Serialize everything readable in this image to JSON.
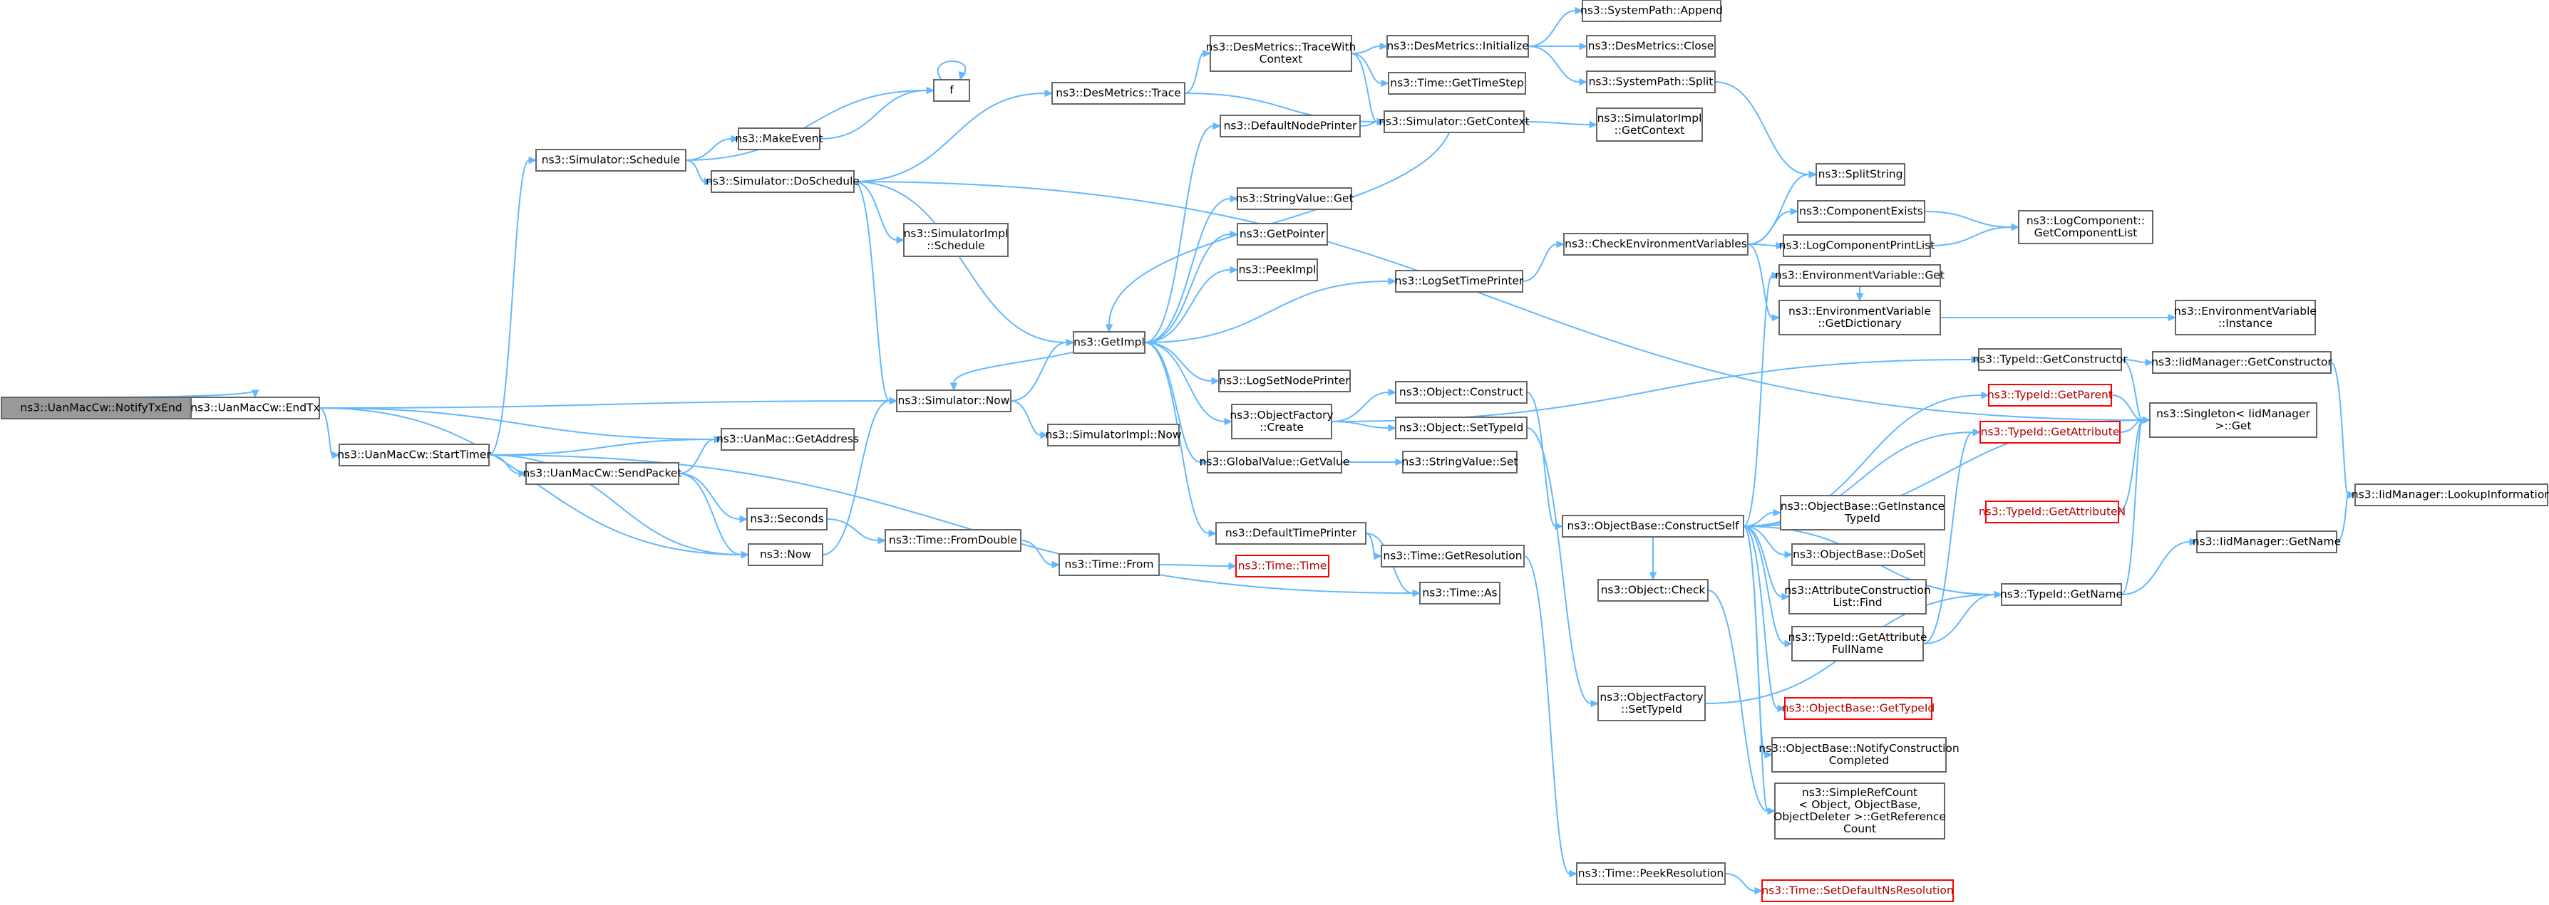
{
  "diagram": {
    "title": "",
    "nodes": [
      {
        "id": "n0",
        "lines": [
          "ns3::UanMacCw::NotifyTxEnd"
        ],
        "root": true
      },
      {
        "id": "n1",
        "lines": [
          "ns3::UanMacCw::EndTx"
        ]
      },
      {
        "id": "n2",
        "lines": [
          "ns3::UanMacCw::StartTimer"
        ]
      },
      {
        "id": "n3",
        "lines": [
          "ns3::Simulator::Schedule"
        ]
      },
      {
        "id": "n4",
        "lines": [
          "ns3::UanMac::GetAddress"
        ]
      },
      {
        "id": "n5",
        "lines": [
          "ns3::UanMacCw::SendPacket"
        ]
      },
      {
        "id": "n6",
        "lines": [
          "ns3::Now"
        ]
      },
      {
        "id": "n7",
        "lines": [
          "ns3::Simulator::Now"
        ]
      },
      {
        "id": "n8",
        "lines": [
          "ns3::Seconds"
        ]
      },
      {
        "id": "n9",
        "lines": [
          "ns3::MakeEvent"
        ]
      },
      {
        "id": "n10",
        "lines": [
          "ns3::Simulator::DoSchedule"
        ]
      },
      {
        "id": "n11",
        "lines": [
          "f"
        ]
      },
      {
        "id": "n12",
        "lines": [
          "ns3::DesMetrics::Trace"
        ]
      },
      {
        "id": "n13",
        "lines": [
          "ns3::SimulatorImpl",
          "::Schedule"
        ]
      },
      {
        "id": "n14",
        "lines": [
          "ns3::GetImpl"
        ]
      },
      {
        "id": "n15",
        "lines": [
          "ns3::SimulatorImpl::Now"
        ]
      },
      {
        "id": "n16",
        "lines": [
          "ns3::Time::FromDouble"
        ]
      },
      {
        "id": "n17",
        "lines": [
          "ns3::Time::From"
        ]
      },
      {
        "id": "n18",
        "lines": [
          "ns3::Time::Time"
        ],
        "truncated": true
      },
      {
        "id": "n19",
        "lines": [
          "ns3::Time::As"
        ]
      },
      {
        "id": "n20",
        "lines": [
          "ns3::DesMetrics::TraceWith",
          "Context"
        ]
      },
      {
        "id": "n21",
        "lines": [
          "ns3::DefaultNodePrinter"
        ]
      },
      {
        "id": "n22",
        "lines": [
          "ns3::StringValue::Get"
        ]
      },
      {
        "id": "n23",
        "lines": [
          "ns3::GetPointer"
        ]
      },
      {
        "id": "n24",
        "lines": [
          "ns3::PeekImpl"
        ]
      },
      {
        "id": "n25",
        "lines": [
          "ns3::LogSetNodePrinter"
        ]
      },
      {
        "id": "n26",
        "lines": [
          "ns3::ObjectFactory",
          "::Create"
        ]
      },
      {
        "id": "n27",
        "lines": [
          "ns3::GlobalValue::GetValue"
        ]
      },
      {
        "id": "n28",
        "lines": [
          "ns3::DefaultTimePrinter"
        ]
      },
      {
        "id": "n29",
        "lines": [
          "ns3::DesMetrics::Initialize"
        ]
      },
      {
        "id": "n30",
        "lines": [
          "ns3::Time::GetTimeStep"
        ]
      },
      {
        "id": "n31",
        "lines": [
          "ns3::Simulator::GetContext"
        ]
      },
      {
        "id": "n32",
        "lines": [
          "ns3::LogSetTimePrinter"
        ]
      },
      {
        "id": "n33",
        "lines": [
          "ns3::Object::Construct"
        ]
      },
      {
        "id": "n34",
        "lines": [
          "ns3::Object::SetTypeId"
        ]
      },
      {
        "id": "n35",
        "lines": [
          "ns3::StringValue::Set"
        ]
      },
      {
        "id": "n36",
        "lines": [
          "ns3::Time::GetResolution"
        ]
      },
      {
        "id": "n37",
        "lines": [
          "ns3::SystemPath::Append"
        ]
      },
      {
        "id": "n38",
        "lines": [
          "ns3::DesMetrics::Close"
        ]
      },
      {
        "id": "n39",
        "lines": [
          "ns3::SystemPath::Split"
        ]
      },
      {
        "id": "n40",
        "lines": [
          "ns3::SimulatorImpl",
          "::GetContext"
        ]
      },
      {
        "id": "n41",
        "lines": [
          "ns3::CheckEnvironmentVariables"
        ]
      },
      {
        "id": "n42",
        "lines": [
          "ns3::ObjectBase::ConstructSelf"
        ]
      },
      {
        "id": "n43",
        "lines": [
          "ns3::Object::Check"
        ]
      },
      {
        "id": "n44",
        "lines": [
          "ns3::ObjectFactory",
          "::SetTypeId"
        ]
      },
      {
        "id": "n45",
        "lines": [
          "ns3::Time::PeekResolution"
        ]
      },
      {
        "id": "n46",
        "lines": [
          "ns3::SplitString"
        ]
      },
      {
        "id": "n47",
        "lines": [
          "ns3::ComponentExists"
        ]
      },
      {
        "id": "n48",
        "lines": [
          "ns3::LogComponentPrintList"
        ]
      },
      {
        "id": "n49",
        "lines": [
          "ns3::EnvironmentVariable::Get"
        ]
      },
      {
        "id": "n50",
        "lines": [
          "ns3::EnvironmentVariable",
          "::GetDictionary"
        ]
      },
      {
        "id": "n51",
        "lines": [
          "ns3::TypeId::GetConstructor"
        ]
      },
      {
        "id": "n52",
        "lines": [
          "ns3::TypeId::GetParent"
        ],
        "truncated": true
      },
      {
        "id": "n53",
        "lines": [
          "ns3::TypeId::GetAttribute"
        ],
        "truncated": true
      },
      {
        "id": "n54",
        "lines": [
          "ns3::ObjectBase::GetInstance",
          "TypeId"
        ]
      },
      {
        "id": "n55",
        "lines": [
          "ns3::ObjectBase::DoSet"
        ]
      },
      {
        "id": "n56",
        "lines": [
          "ns3::AttributeConstruction",
          "List::Find"
        ]
      },
      {
        "id": "n57",
        "lines": [
          "ns3::TypeId::GetAttribute",
          "FullName"
        ]
      },
      {
        "id": "n58",
        "lines": [
          "ns3::ObjectBase::GetTypeId"
        ],
        "truncated": true
      },
      {
        "id": "n59",
        "lines": [
          "ns3::ObjectBase::NotifyConstruction",
          "Completed"
        ]
      },
      {
        "id": "n60",
        "lines": [
          "ns3::SimpleRefCount",
          "< Object, ObjectBase,",
          " ObjectDeleter >::GetReference",
          "Count"
        ]
      },
      {
        "id": "n61",
        "lines": [
          "ns3::Time::SetDefaultNsResolution"
        ],
        "truncated": true
      },
      {
        "id": "n62",
        "lines": [
          "ns3::LogComponent::",
          "GetComponentList"
        ]
      },
      {
        "id": "n63",
        "lines": [
          "ns3::EnvironmentVariable",
          "::Instance"
        ]
      },
      {
        "id": "n64",
        "lines": [
          "ns3::IidManager::GetConstructor"
        ]
      },
      {
        "id": "n65",
        "lines": [
          "ns3::Singleton< IidManager",
          " >::Get"
        ]
      },
      {
        "id": "n66",
        "lines": [
          "ns3::TypeId::GetAttributeN"
        ],
        "truncated": true
      },
      {
        "id": "n67",
        "lines": [
          "ns3::TypeId::GetName"
        ]
      },
      {
        "id": "n68",
        "lines": [
          "ns3::IidManager::GetName"
        ]
      },
      {
        "id": "n69",
        "lines": [
          "ns3::IidManager::LookupInformation"
        ]
      }
    ],
    "edges": [
      [
        "n0",
        "n1"
      ],
      [
        "n1",
        "n2"
      ],
      [
        "n1",
        "n4"
      ],
      [
        "n1",
        "n6"
      ],
      [
        "n1",
        "n7"
      ],
      [
        "n2",
        "n3"
      ],
      [
        "n2",
        "n4"
      ],
      [
        "n2",
        "n5"
      ],
      [
        "n2",
        "n6"
      ],
      [
        "n2",
        "n19"
      ],
      [
        "n3",
        "n9"
      ],
      [
        "n3",
        "n10"
      ],
      [
        "n3",
        "n11"
      ],
      [
        "n9",
        "n11"
      ],
      [
        "n11",
        "n11"
      ],
      [
        "n10",
        "n12"
      ],
      [
        "n10",
        "n13"
      ],
      [
        "n10",
        "n14"
      ],
      [
        "n10",
        "n7"
      ],
      [
        "n10",
        "n65"
      ],
      [
        "n5",
        "n4"
      ],
      [
        "n5",
        "n6"
      ],
      [
        "n5",
        "n8"
      ],
      [
        "n6",
        "n7"
      ],
      [
        "n7",
        "n14"
      ],
      [
        "n7",
        "n15"
      ],
      [
        "n8",
        "n16"
      ],
      [
        "n16",
        "n17"
      ],
      [
        "n17",
        "n18"
      ],
      [
        "n12",
        "n20"
      ],
      [
        "n12",
        "n31"
      ],
      [
        "n20",
        "n29"
      ],
      [
        "n20",
        "n30"
      ],
      [
        "n20",
        "n31"
      ],
      [
        "n29",
        "n37"
      ],
      [
        "n29",
        "n38"
      ],
      [
        "n29",
        "n39"
      ],
      [
        "n39",
        "n46"
      ],
      [
        "n31",
        "n40"
      ],
      [
        "n31",
        "n14"
      ],
      [
        "n14",
        "n21"
      ],
      [
        "n14",
        "n22"
      ],
      [
        "n14",
        "n23"
      ],
      [
        "n14",
        "n24"
      ],
      [
        "n14",
        "n25"
      ],
      [
        "n14",
        "n26"
      ],
      [
        "n14",
        "n27"
      ],
      [
        "n14",
        "n28"
      ],
      [
        "n14",
        "n32"
      ],
      [
        "n14",
        "n7"
      ],
      [
        "n21",
        "n31"
      ],
      [
        "n32",
        "n41"
      ],
      [
        "n41",
        "n46"
      ],
      [
        "n41",
        "n47"
      ],
      [
        "n41",
        "n48"
      ],
      [
        "n41",
        "n50"
      ],
      [
        "n47",
        "n62"
      ],
      [
        "n48",
        "n62"
      ],
      [
        "n50",
        "n63"
      ],
      [
        "n49",
        "n50"
      ],
      [
        "n26",
        "n33"
      ],
      [
        "n26",
        "n34"
      ],
      [
        "n26",
        "n51"
      ],
      [
        "n27",
        "n35"
      ],
      [
        "n34",
        "n44"
      ],
      [
        "n28",
        "n36"
      ],
      [
        "n28",
        "n19"
      ],
      [
        "n36",
        "n45"
      ],
      [
        "n45",
        "n61"
      ],
      [
        "n33",
        "n42"
      ],
      [
        "n42",
        "n43"
      ],
      [
        "n42",
        "n49"
      ],
      [
        "n42",
        "n52"
      ],
      [
        "n42",
        "n53"
      ],
      [
        "n42",
        "n54"
      ],
      [
        "n42",
        "n55"
      ],
      [
        "n42",
        "n56"
      ],
      [
        "n42",
        "n57"
      ],
      [
        "n42",
        "n58"
      ],
      [
        "n42",
        "n59"
      ],
      [
        "n42",
        "n60"
      ],
      [
        "n42",
        "n65"
      ],
      [
        "n42",
        "n67"
      ],
      [
        "n43",
        "n60"
      ],
      [
        "n44",
        "n67"
      ],
      [
        "n51",
        "n64"
      ],
      [
        "n51",
        "n65"
      ],
      [
        "n64",
        "n69"
      ],
      [
        "n52",
        "n65"
      ],
      [
        "n53",
        "n65"
      ],
      [
        "n57",
        "n53"
      ],
      [
        "n57",
        "n67"
      ],
      [
        "n66",
        "n65"
      ],
      [
        "n67",
        "n65"
      ],
      [
        "n67",
        "n68"
      ],
      [
        "n68",
        "n69"
      ]
    ]
  }
}
